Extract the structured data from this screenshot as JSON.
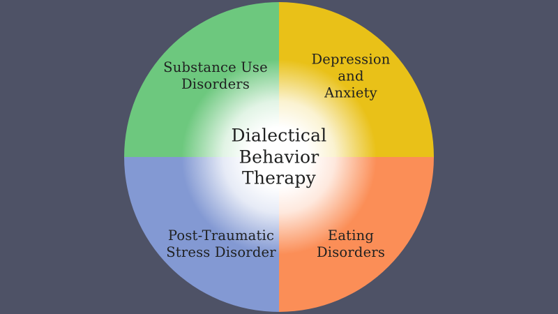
{
  "colors": {
    "background": "#4e5266",
    "text": "#1f2020",
    "glow": "#ffffff"
  },
  "diagram": {
    "center_title": "Dialectical\nBehavior\nTherapy",
    "quadrants": [
      {
        "position": "top-left",
        "label": "Substance Use\nDisorders",
        "color": "#6dc87e"
      },
      {
        "position": "top-right",
        "label": "Depression\nand Anxiety",
        "color": "#e9c118"
      },
      {
        "position": "bottom-left",
        "label": "Post-Traumatic\nStress Disorder",
        "color": "#8399d3"
      },
      {
        "position": "bottom-right",
        "label": "Eating\nDisorders",
        "color": "#fb8e57"
      }
    ]
  }
}
